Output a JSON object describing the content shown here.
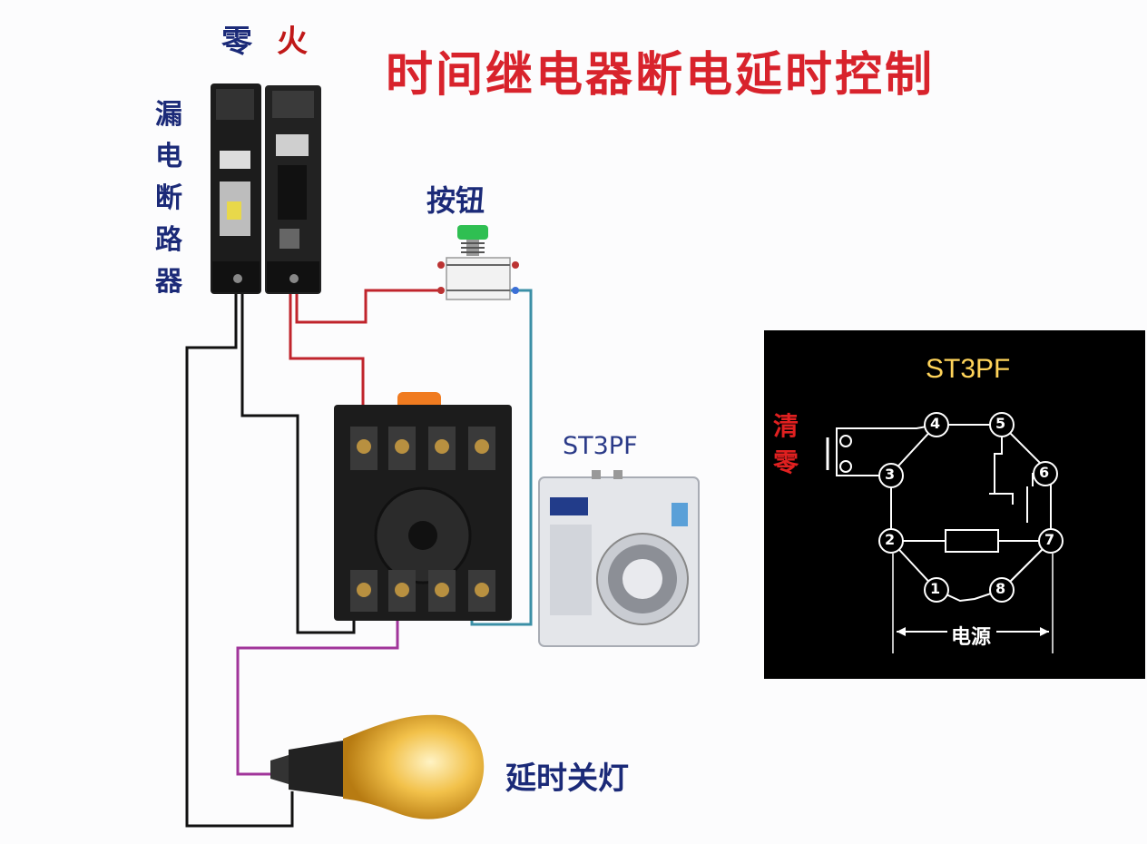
{
  "title": "时间继电器断电延时控制",
  "labels": {
    "neutral": "零",
    "live": "火",
    "breaker": "漏电断路器",
    "button": "按钮",
    "relay_model": "ST3PF",
    "lamp": "延时关灯"
  },
  "schematic": {
    "title": "ST3PF",
    "reset": "清零",
    "power": "电源",
    "pins": [
      "1",
      "2",
      "3",
      "4",
      "5",
      "6",
      "7",
      "8"
    ]
  },
  "colors": {
    "title": "#d8232c",
    "label": "#1b2a78",
    "wire_live": "#c0242c",
    "wire_neutral": "#111111",
    "wire_switch": "#3b8fa6",
    "wire_lamp": "#a1359a",
    "schematic_bg": "#000000",
    "schematic_line": "#ffffff",
    "schematic_title": "#ffd45a"
  }
}
